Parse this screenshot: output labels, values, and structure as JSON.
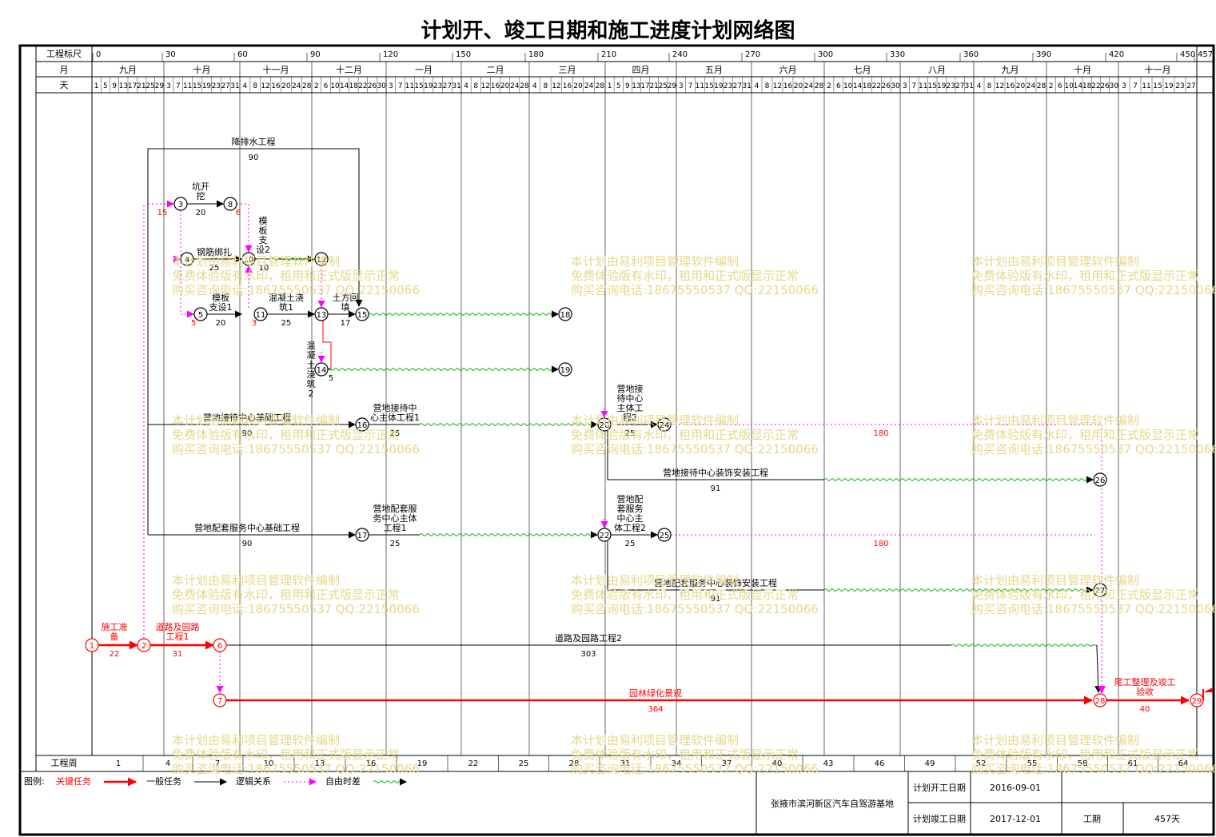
{
  "title": "计划开、竣工日期和施工进度计划网络图",
  "header": {
    "scale_label": "工程标尺",
    "month_label": "月",
    "day_label": "天",
    "scale_ticks": [
      "0",
      "30",
      "60",
      "90",
      "120",
      "150",
      "180",
      "210",
      "240",
      "270",
      "300",
      "330",
      "360",
      "390",
      "420",
      "450",
      "457"
    ],
    "months": [
      "九月",
      "十月",
      "十一月",
      "十二月",
      "一月",
      "二月",
      "三月",
      "四月",
      "五月",
      "六月",
      "七月",
      "八月",
      "九月",
      "十月",
      "十一月"
    ],
    "days": [
      [
        "1",
        "5",
        "9",
        "13",
        "17",
        "21",
        "25",
        "29"
      ],
      [
        "3",
        "7",
        "11",
        "15",
        "19",
        "23",
        "27",
        "31"
      ],
      [
        "4",
        "8",
        "12",
        "16",
        "20",
        "24",
        "28"
      ],
      [
        "2",
        "6",
        "10",
        "14",
        "18",
        "22",
        "26",
        "30"
      ],
      [
        "3",
        "7",
        "11",
        "15",
        "19",
        "23",
        "27",
        "31"
      ],
      [
        "4",
        "8",
        "12",
        "16",
        "20",
        "24",
        "28"
      ],
      [
        "4",
        "8",
        "12",
        "16",
        "20",
        "24",
        "28"
      ],
      [
        "1",
        "5",
        "9",
        "13",
        "17",
        "21",
        "25",
        "29"
      ],
      [
        "3",
        "7",
        "11",
        "15",
        "19",
        "23",
        "27",
        "31"
      ],
      [
        "4",
        "8",
        "12",
        "16",
        "20",
        "24",
        "28"
      ],
      [
        "2",
        "6",
        "10",
        "14",
        "18",
        "22",
        "26",
        "30"
      ],
      [
        "3",
        "7",
        "11",
        "15",
        "19",
        "23",
        "27",
        "31"
      ],
      [
        "4",
        "8",
        "12",
        "16",
        "20",
        "24",
        "28"
      ],
      [
        "2",
        "6",
        "10",
        "14",
        "18",
        "22",
        "26",
        "30"
      ],
      [
        "3",
        "7",
        "11",
        "15",
        "19",
        "23",
        "27"
      ]
    ]
  },
  "week_row": {
    "label": "工程周",
    "weeks": [
      "1",
      "4",
      "7",
      "10",
      "13",
      "16",
      "19",
      "22",
      "25",
      "28",
      "31",
      "34",
      "37",
      "40",
      "43",
      "46",
      "49",
      "52",
      "55",
      "58",
      "61",
      "64"
    ]
  },
  "nodes": [
    {
      "id": "1",
      "key": true
    },
    {
      "id": "2",
      "key": true
    },
    {
      "id": "3"
    },
    {
      "id": "4"
    },
    {
      "id": "5"
    },
    {
      "id": "6",
      "key": true
    },
    {
      "id": "7",
      "key": true
    },
    {
      "id": "8"
    },
    {
      "id": "10"
    },
    {
      "id": "11"
    },
    {
      "id": "12"
    },
    {
      "id": "13"
    },
    {
      "id": "14"
    },
    {
      "id": "15"
    },
    {
      "id": "16"
    },
    {
      "id": "17"
    },
    {
      "id": "18"
    },
    {
      "id": "19"
    },
    {
      "id": "20"
    },
    {
      "id": "22"
    },
    {
      "id": "24"
    },
    {
      "id": "25"
    },
    {
      "id": "26"
    },
    {
      "id": "27"
    },
    {
      "id": "28",
      "key": true
    },
    {
      "id": "29",
      "key": true
    }
  ],
  "tasks": {
    "t_prep": {
      "name": [
        "施工准",
        "备"
      ],
      "duration": "22",
      "key": true
    },
    "t_road1": {
      "name": [
        "道路及园路",
        "工程1"
      ],
      "duration": "31",
      "key": true
    },
    "t_road2": {
      "name": [
        "道路及园路工程2"
      ],
      "duration": "303"
    },
    "t_landscape": {
      "name": [
        "园林绿化景观"
      ],
      "duration": "364",
      "key": true
    },
    "t_final": {
      "name": [
        "尾工整理及竣工",
        "验收"
      ],
      "duration": "40",
      "key": true
    },
    "t_drain": {
      "name": [
        "降排水工程"
      ],
      "duration": "90"
    },
    "t_excav": {
      "name": [
        "坑开",
        "挖"
      ],
      "duration": "20"
    },
    "t_rebar": {
      "name": [
        "钢筋绑扎"
      ],
      "duration": "25"
    },
    "t_form2": {
      "name": [
        "模",
        "板",
        "支",
        "设2"
      ],
      "duration": "10"
    },
    "t_form1": {
      "name": [
        "模板",
        "支设1"
      ],
      "duration": "20"
    },
    "t_conc1": {
      "name": [
        "混凝土浇",
        "筑1"
      ],
      "duration": "25"
    },
    "t_backfill": {
      "name": [
        "土方回",
        "填"
      ],
      "duration": "17"
    },
    "t_conc2": {
      "name": [
        "混",
        "凝",
        "土",
        "浇",
        "筑",
        "2"
      ],
      "duration": "5"
    },
    "t_rec_base": {
      "name": [
        "营地接待中心基础工程"
      ],
      "duration": "90"
    },
    "t_rec_main1": {
      "name": [
        "营地接待中",
        "心主体工程1"
      ],
      "duration": "25"
    },
    "t_rec_main2": {
      "name": [
        "营地接",
        "待中心",
        "主体工",
        "程2"
      ],
      "duration": "25"
    },
    "t_rec_deco": {
      "name": [
        "营地接待中心装饰安装工程"
      ],
      "duration": "91"
    },
    "t_sup_base": {
      "name": [
        "营地配套服务中心基础工程"
      ],
      "duration": "90"
    },
    "t_sup_main1": {
      "name": [
        "营地配套服",
        "务中心主体",
        "工程1"
      ],
      "duration": "25"
    },
    "t_sup_main2": {
      "name": [
        "营地配",
        "套服务",
        "中心主",
        "体工程2"
      ],
      "duration": "25"
    },
    "t_sup_deco": {
      "name": [
        "营地配套服务中心装饰安装工程"
      ],
      "duration": "91"
    }
  },
  "float_labels": {
    "f3": "15",
    "f8": "6",
    "f5": "5",
    "f11": "3",
    "f24": "180",
    "f25": "180"
  },
  "watermark": {
    "line1": "本计划由易利项目管理软件编制",
    "line2": "免费体验版有水印，租用和正式版显示正常",
    "line3": "购买咨询电话:18675550537 QQ:22150066"
  },
  "legend": {
    "title": "图例:",
    "key_task": "关键任务",
    "normal_task": "一般任务",
    "logic": "逻辑关系",
    "free_float": "自由时差"
  },
  "project": {
    "name": "张掖市滨河新区汽车自驾游基地",
    "start_label": "计划开工日期",
    "start_value": "2016-09-01",
    "end_label": "计划竣工日期",
    "end_value": "2017-12-01",
    "duration_label": "工期",
    "duration_value": "457天"
  },
  "colors": {
    "key": "#ff0000",
    "normal": "#000000",
    "logic": "#ff00ff",
    "float": "#00aa00",
    "watermark": "#e6d88a"
  }
}
